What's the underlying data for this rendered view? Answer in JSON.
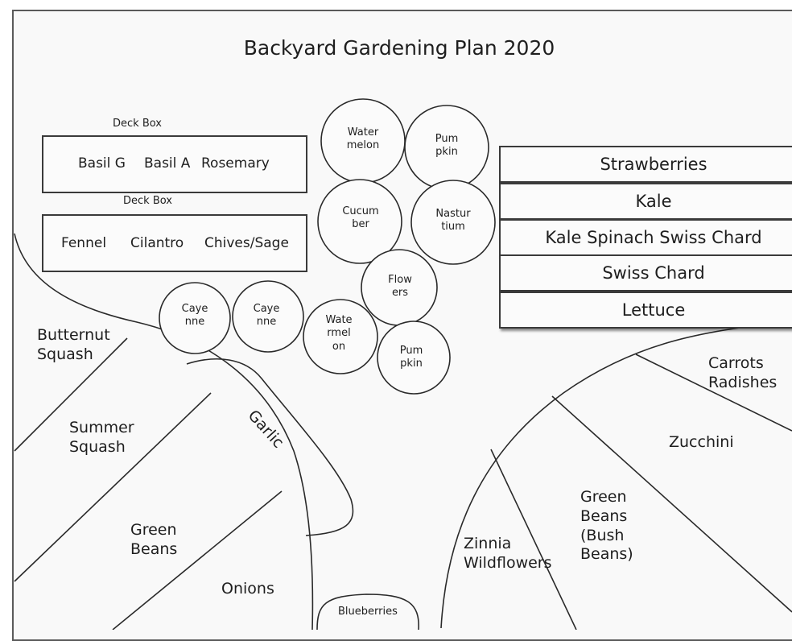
{
  "title": "Backyard Gardening Plan 2020",
  "deck_boxes": [
    {
      "label": "Deck Box",
      "plants": [
        "Basil G",
        "Basil A",
        "Rosemary"
      ]
    },
    {
      "label": "Deck Box",
      "plants": [
        "Fennel",
        "Cilantro",
        "Chives/Sage"
      ]
    }
  ],
  "circles": [
    {
      "line1": "Water",
      "line2": "melon"
    },
    {
      "line1": "Pum",
      "line2": "pkin"
    },
    {
      "line1": "Cucum",
      "line2": "ber"
    },
    {
      "line1": "Nastur",
      "line2": "tium"
    },
    {
      "line1": "Flow",
      "line2": "ers"
    },
    {
      "line1": "Caye",
      "line2": "nne"
    },
    {
      "line1": "Caye",
      "line2": "nne"
    },
    {
      "line1": "Wate",
      "line2": "rmel",
      "line3": "on"
    },
    {
      "line1": "Pum",
      "line2": "pkin"
    }
  ],
  "rows": [
    "Strawberries",
    "Kale",
    "Kale Spinach Swiss Chard",
    "Swiss Chard",
    "Lettuce"
  ],
  "left_bed": {
    "butternut": [
      "Butternut",
      "Squash"
    ],
    "summer": [
      "Summer",
      "Squash"
    ],
    "green_beans": [
      "Green",
      "Beans"
    ],
    "onions": "Onions",
    "garlic": "Garlic"
  },
  "right_bed": {
    "carrots": [
      "Carrots",
      "Radishes"
    ],
    "zucchini": "Zucchini",
    "bush_beans": [
      "Green",
      "Beans",
      "(Bush",
      "Beans)"
    ],
    "zinnia": [
      "Zinnia",
      "Wildflowers"
    ]
  },
  "blueberries": "Blueberries"
}
